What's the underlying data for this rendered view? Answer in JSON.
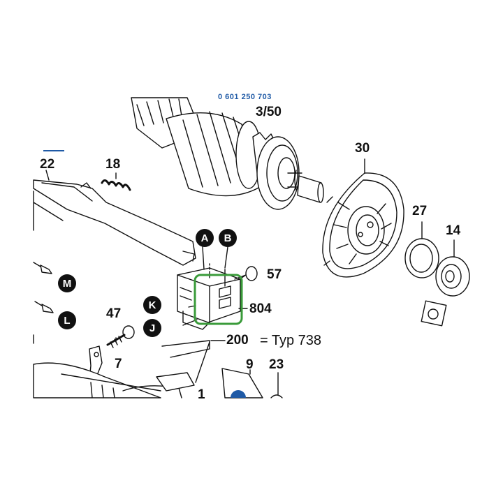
{
  "part_number": "0 601 250 703",
  "labels": {
    "armature": "3/50",
    "fan_housing": "30",
    "ring": "27",
    "bearing": "14",
    "lever": "22",
    "spring": "18",
    "screw_a": "57",
    "switch": "804",
    "screw_b": "47",
    "bracket": "7",
    "housing": "200",
    "housing_type": "= Typ 738",
    "part_9": "9",
    "part_23": "23",
    "part_1": "1"
  },
  "badges": {
    "a": "A",
    "b": "B",
    "k": "K",
    "j": "J",
    "m": "M",
    "l": "L"
  },
  "colors": {
    "highlight": "#3a9b3a",
    "part_number": "#1f5aa6",
    "accent_blue": "#1f5aa6"
  }
}
